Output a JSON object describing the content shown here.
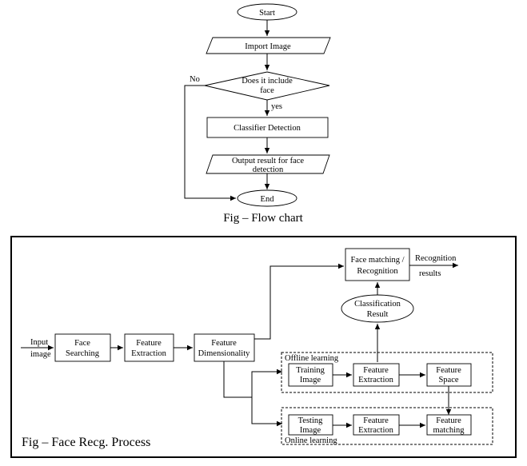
{
  "flowchart": {
    "start": "Start",
    "import_image": "Import Image",
    "decision_line1": "Does it include",
    "decision_line2": "face",
    "no_label": "No",
    "yes_label": "yes",
    "classifier": "Classifier Detection",
    "output_line1": "Output result for face",
    "output_line2": "detection",
    "end": "End",
    "caption": "Fig – Flow chart"
  },
  "process": {
    "input_line1": "Input",
    "input_line2": "image",
    "face_searching_1": "Face",
    "face_searching_2": "Searching",
    "feature_extraction_1": "Feature",
    "feature_extraction_2": "Extraction",
    "feature_dim_1": "Feature",
    "feature_dim_2": "Dimensionality",
    "face_matching_1": "Face matching /",
    "face_matching_2": "Recognition",
    "recognition_1": "Recognition",
    "recognition_2": "results",
    "classification_1": "Classification",
    "classification_2": "Result",
    "offline_label": "Offline learning",
    "training_1": "Training",
    "training_2": "Image",
    "off_extraction_1": "Feature",
    "off_extraction_2": "Extraction",
    "feature_space_1": "Feature",
    "feature_space_2": "Space",
    "online_label": "Online learning",
    "testing_1": "Testing",
    "testing_2": "Image",
    "on_extraction_1": "Feature",
    "on_extraction_2": "Extraction",
    "feature_matching_1": "Feature",
    "feature_matching_2": "matching",
    "caption": "Fig – Face Recg. Process"
  }
}
